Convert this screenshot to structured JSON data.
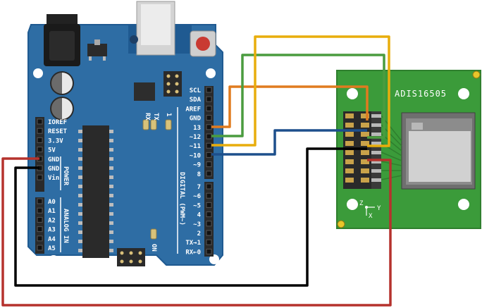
{
  "colors": {
    "arduino_board": "#2e6da4",
    "arduino_board_dark": "#1f5a91",
    "sensor_board": "#3b9b3a",
    "wire_orange": "#e07b1f",
    "wire_green": "#4a9c3f",
    "wire_yellow": "#e8ad0c",
    "wire_blue": "#1d4f8c",
    "wire_black": "#000000",
    "wire_red": "#b5322d"
  },
  "arduino": {
    "power_header_labels": [
      "IOREF",
      "RESET",
      "3.3V",
      "5V",
      "GND",
      "GND",
      "Vin"
    ],
    "power_group_label": "POWER",
    "analog_labels": [
      "A0",
      "A1",
      "A2",
      "A3",
      "A4",
      "A5"
    ],
    "analog_group_label": "ANALOG IN",
    "top_header_labels": [
      "SCL",
      "SDA",
      "AREF",
      "GND",
      "13",
      "~12",
      "~11",
      "~10",
      "~9",
      "8"
    ],
    "bottom_header_labels": [
      "7",
      "~6",
      "~5",
      "4",
      "~3",
      "2",
      "TX→1",
      "RX←0"
    ],
    "digital_group_label": "DIGITAL (PWM~)",
    "tx_label": "TX",
    "rx_label": "RX",
    "led_l_label": "1",
    "on_label": "ON"
  },
  "sensor": {
    "name": "ADIS16505",
    "axis_x": "X",
    "axis_y": "Y",
    "axis_z": "Z"
  },
  "wires": [
    {
      "name": "orange-wire",
      "color_key": "wire_orange"
    },
    {
      "name": "green-wire",
      "color_key": "wire_green"
    },
    {
      "name": "yellow-wire",
      "color_key": "wire_yellow"
    },
    {
      "name": "blue-wire",
      "color_key": "wire_blue"
    },
    {
      "name": "black-wire",
      "color_key": "wire_black"
    },
    {
      "name": "red-wire",
      "color_key": "wire_red"
    }
  ]
}
